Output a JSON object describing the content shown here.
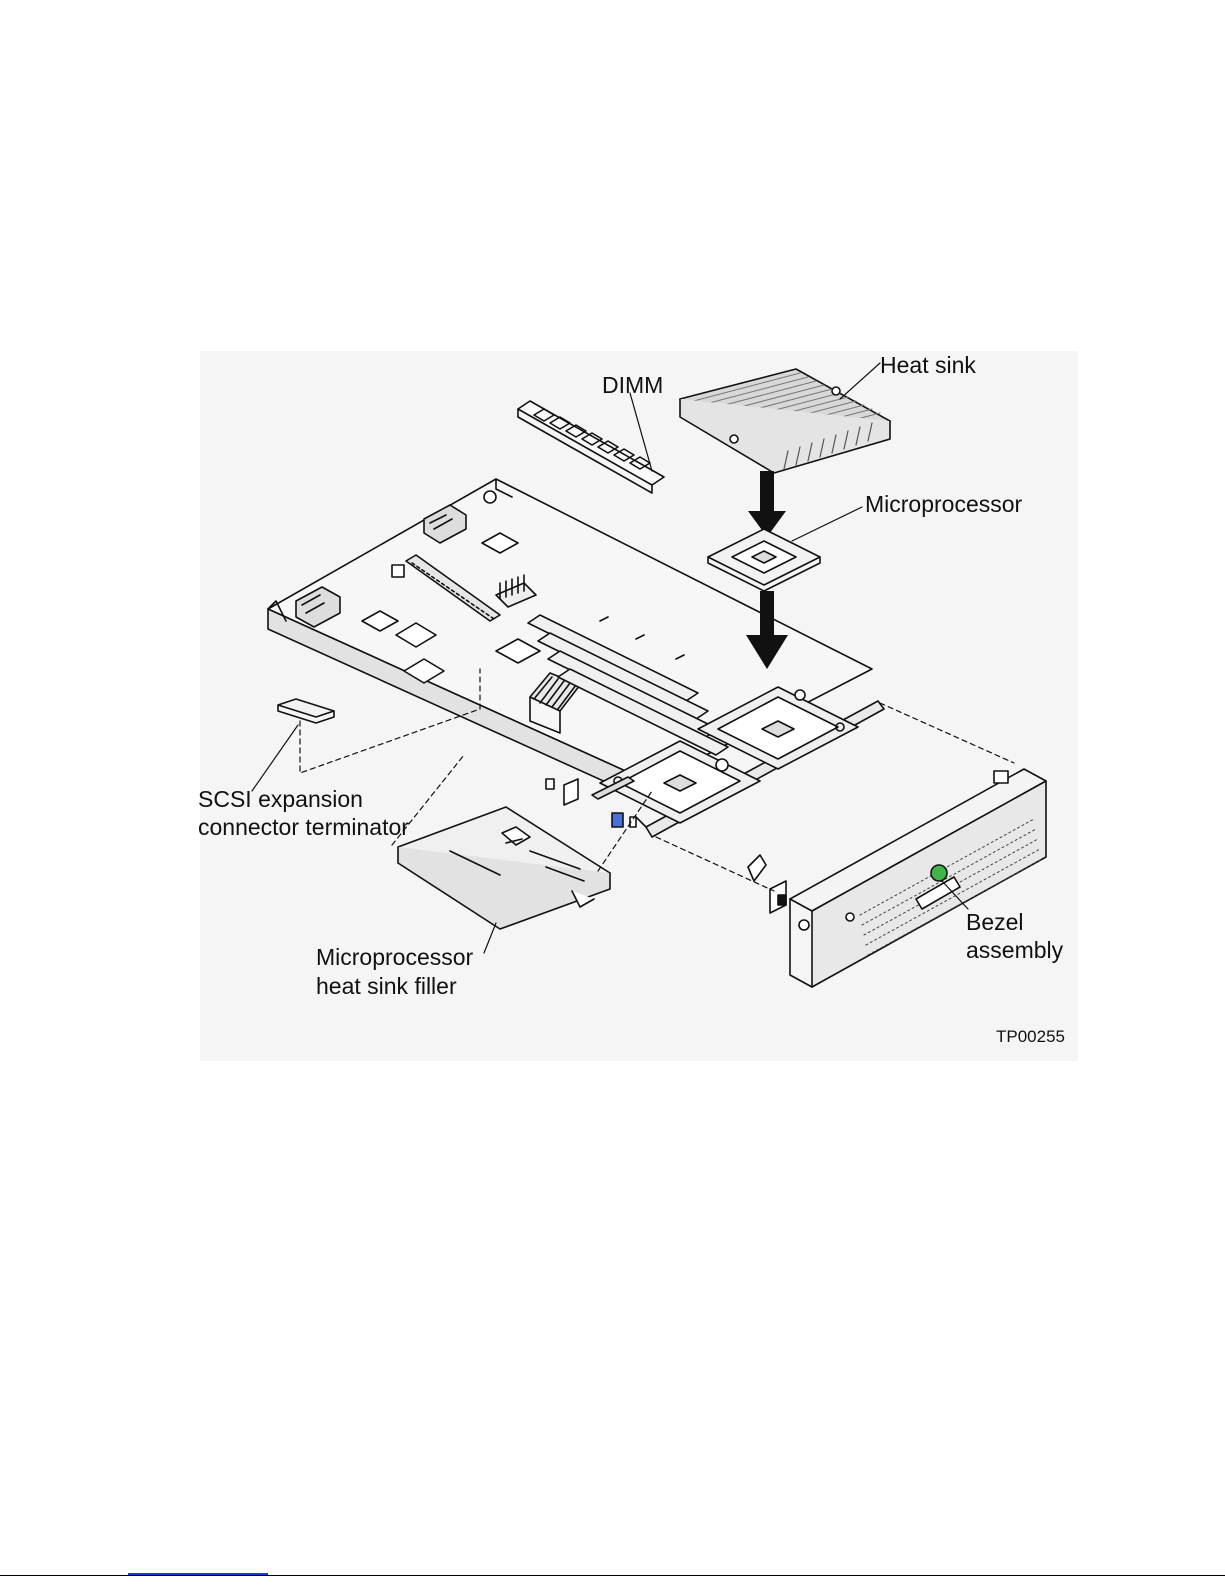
{
  "figure": {
    "labels": {
      "heat_sink": "Heat sink",
      "dimm": "DIMM",
      "microprocessor": "Microprocessor",
      "scsi_line1": "SCSI expansion",
      "scsi_line2": "connector terminator",
      "filler_line1": "Microprocessor",
      "filler_line2": "heat sink filler",
      "bezel_line1": "Bezel",
      "bezel_line2": "assembly"
    },
    "figure_id": "TP00255",
    "colors": {
      "background": "#f5f5f5",
      "line": "#111111",
      "blue_tab": "#4a6fd8",
      "green_button": "#3fb54a",
      "footer_link": "#1a3bd6"
    }
  }
}
